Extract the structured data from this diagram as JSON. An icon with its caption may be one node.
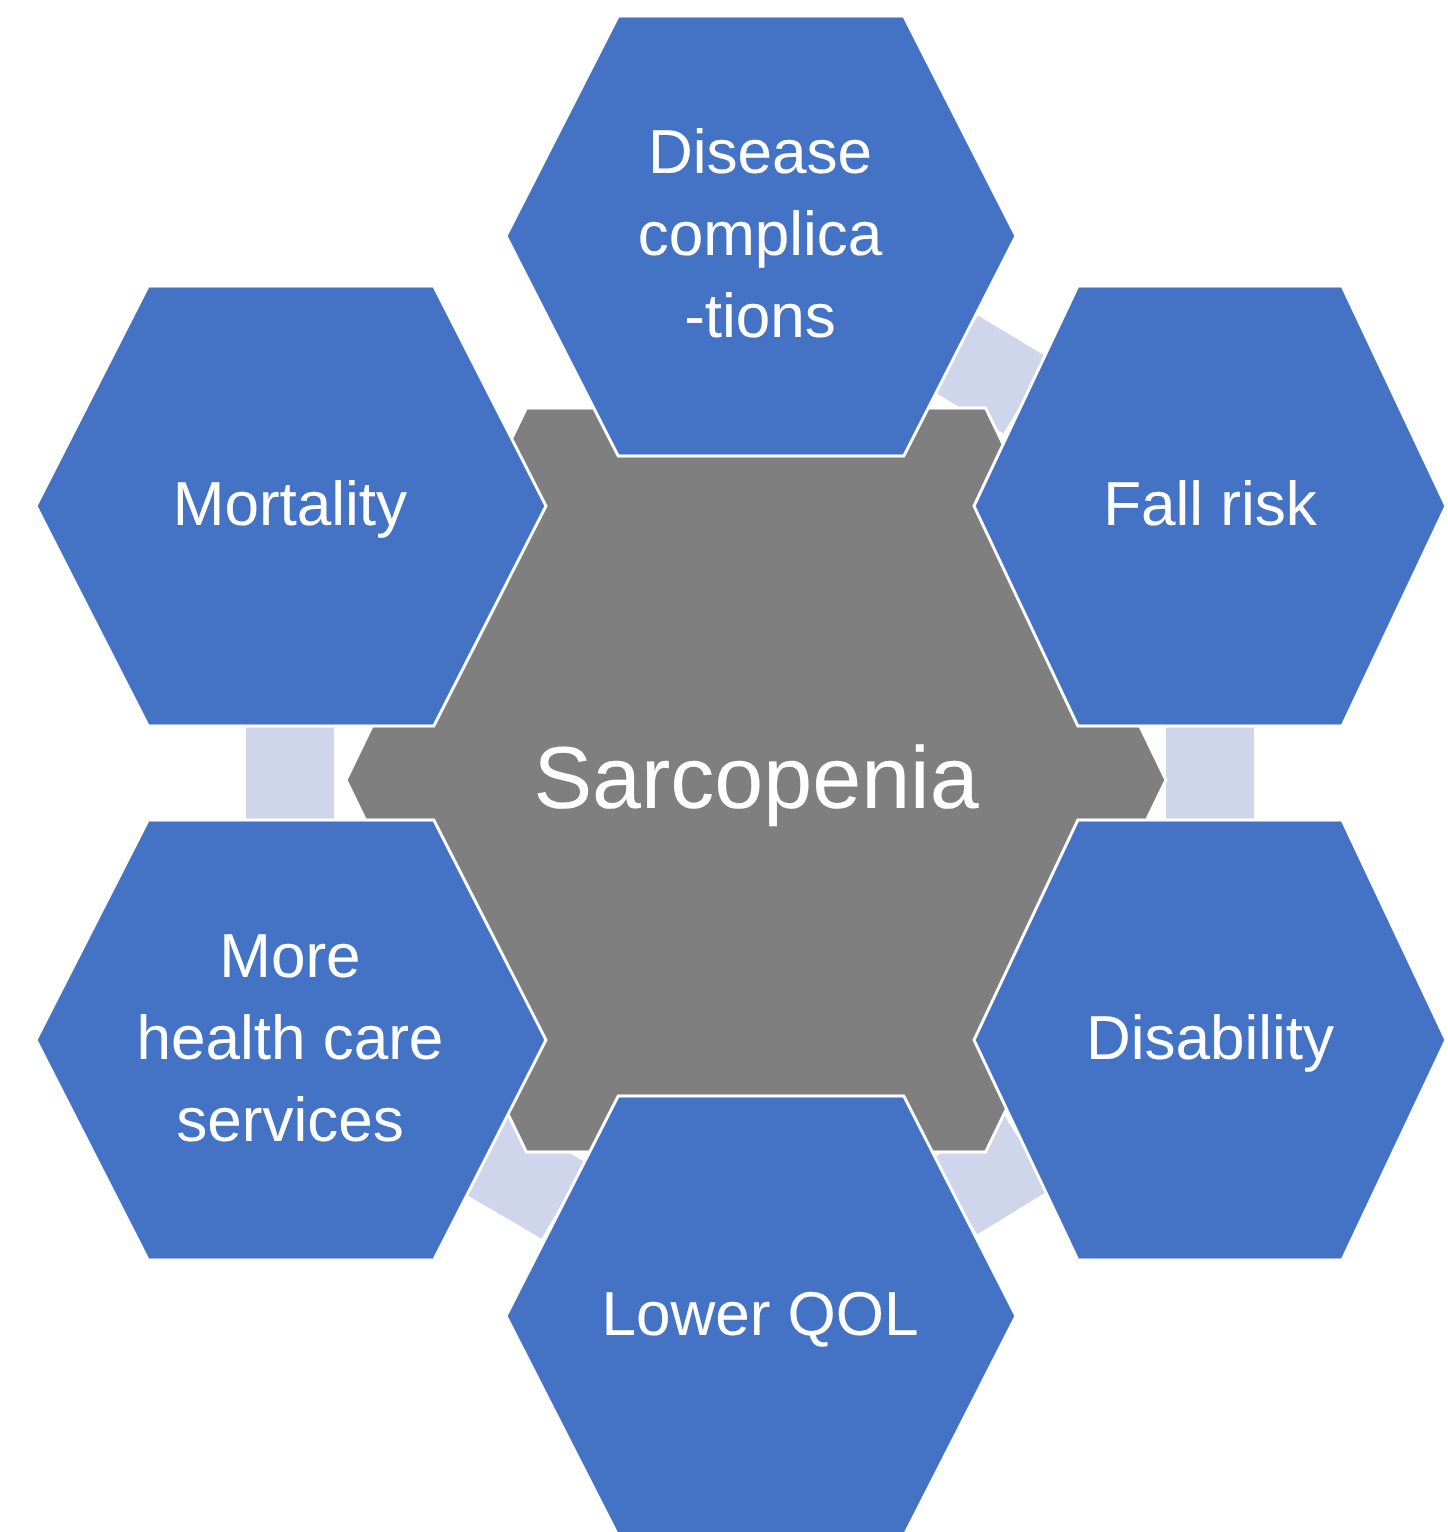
{
  "diagram": {
    "nodes": [
      {
        "text": [
          "Sarcopenia"
        ]
      },
      {
        "text": [
          "Disease complica -tions"
        ]
      },
      {
        "text": [
          "Fall risk"
        ]
      },
      {
        "text": [
          "Disability"
        ]
      },
      {
        "text": [
          "Lower QOL"
        ]
      },
      {
        "text": [
          "More health care services"
        ]
      },
      {
        "text": [
          "Mortality"
        ]
      }
    ],
    "edges": [
      {
        "from": 1,
        "to": 2,
        "arrow": "none"
      },
      {
        "from": 2,
        "to": 3,
        "arrow": "none"
      },
      {
        "from": 3,
        "to": 4,
        "arrow": "none"
      },
      {
        "from": 4,
        "to": 5,
        "arrow": "none"
      },
      {
        "from": 5,
        "to": 6,
        "arrow": "none"
      }
    ]
  }
}
